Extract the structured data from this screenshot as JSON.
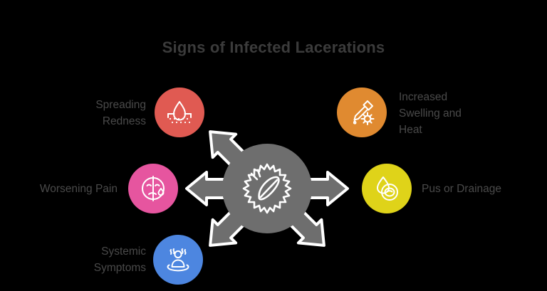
{
  "page": {
    "title": "Signs of Infected Lacerations",
    "background_color": "#000000",
    "title_color": "#3b3b3b",
    "label_color": "#4a4a4a"
  },
  "hub": {
    "icon": "infected-laceration-icon",
    "color": "#6e6e6e"
  },
  "arrows": {
    "color": "#6e6e6e",
    "outline_color": "#ffffff",
    "directions": [
      "up-left",
      "left",
      "down-left",
      "up-right",
      "right"
    ]
  },
  "nodes": [
    {
      "id": "spreading-redness",
      "label": "Spreading Redness",
      "label_lines": [
        "Spreading",
        "Redness"
      ],
      "color": "#e05a52",
      "icon": "skin-droplet-icon",
      "side": "left"
    },
    {
      "id": "worsening-pain",
      "label": "Worsening Pain",
      "label_lines": [
        "Worsening Pain"
      ],
      "color": "#e6559f",
      "icon": "pain-face-icon",
      "side": "left"
    },
    {
      "id": "systemic-symptoms",
      "label": "Systemic Symptoms",
      "label_lines": [
        "Systemic",
        "Symptoms"
      ],
      "color": "#4d86e0",
      "icon": "fever-person-icon",
      "side": "left"
    },
    {
      "id": "increased-swelling-and-heat",
      "label": "Increased Swelling and Heat",
      "label_lines": [
        "Increased",
        "Swelling and",
        "Heat"
      ],
      "color": "#e08a30",
      "icon": "dropper-germ-icon",
      "side": "right"
    },
    {
      "id": "pus-or-drainage",
      "label": "Pus or Drainage",
      "label_lines": [
        "Pus or Drainage"
      ],
      "color": "#dfd319",
      "icon": "pus-drop-icon",
      "side": "right"
    }
  ]
}
